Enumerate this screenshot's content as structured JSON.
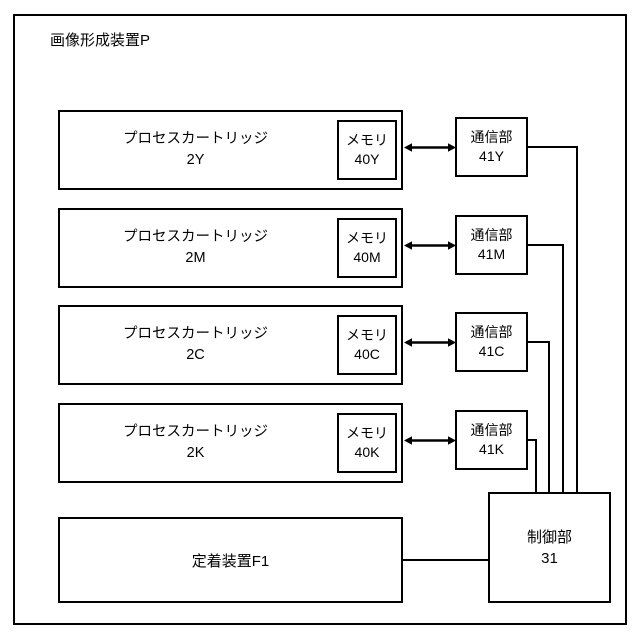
{
  "diagram": {
    "apparatus": {
      "title": "画像形成装置P"
    },
    "rows": [
      {
        "cartridge_name": "プロセスカートリッジ",
        "cartridge_ref": "2Y",
        "memory_name": "メモリ",
        "memory_ref": "40Y",
        "comm_name": "通信部",
        "comm_ref": "41Y",
        "arrow": "double-headed-arrow"
      },
      {
        "cartridge_name": "プロセスカートリッジ",
        "cartridge_ref": "2M",
        "memory_name": "メモリ",
        "memory_ref": "40M",
        "comm_name": "通信部",
        "comm_ref": "41M",
        "arrow": "double-headed-arrow"
      },
      {
        "cartridge_name": "プロセスカートリッジ",
        "cartridge_ref": "2C",
        "memory_name": "メモリ",
        "memory_ref": "40C",
        "comm_name": "通信部",
        "comm_ref": "41C",
        "arrow": "double-headed-arrow"
      },
      {
        "cartridge_name": "プロセスカートリッジ",
        "cartridge_ref": "2K",
        "memory_name": "メモリ",
        "memory_ref": "40K",
        "comm_name": "通信部",
        "comm_ref": "41K",
        "arrow": "double-headed-arrow"
      }
    ],
    "fixing_device": {
      "label": "定着装置F1"
    },
    "control_unit": {
      "name": "制御部",
      "ref": "31"
    },
    "colors": {
      "line": "#000000",
      "background": "#ffffff",
      "text": "#000000"
    }
  }
}
